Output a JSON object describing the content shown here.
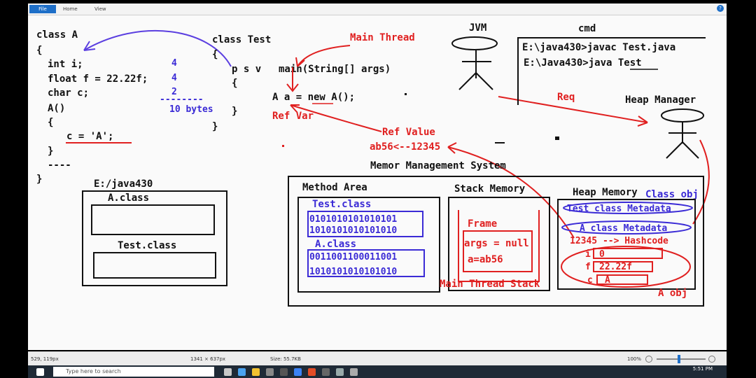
{
  "ribbon": {
    "file": "File",
    "home": "Home",
    "view": "View",
    "help": "?"
  },
  "code_a": {
    "header": "class A",
    "open_brace": "{",
    "int_line": "int i;",
    "float_line": "float f = 22.22f;",
    "char_line": "char c;",
    "ctor": "A()",
    "ctor_open": "{",
    "assign": "c = 'A';",
    "ctor_close": "}",
    "dashes": "----",
    "close": "}"
  },
  "sizes": {
    "int": "4",
    "float": "4",
    "char": "2",
    "dash": "--------",
    "total": "10 bytes"
  },
  "code_test": {
    "header": "class Test",
    "open": "{",
    "psv": "p s v",
    "main": "main(String[] args)",
    "brace_open": "{",
    "stmt": "A a = new A();",
    "brace_close": "}",
    "class_close": "}"
  },
  "annotations": {
    "main_thread": "Main Thread",
    "ref_var": "Ref Var",
    "ref_value": "Ref Value",
    "ref_value_text": "ab56<--12345",
    "req": "Req",
    "jvm": "JVM",
    "heap_manager": "Heap Manager"
  },
  "cmd": {
    "title": "cmd",
    "line1": "E:\\java430>javac Test.java",
    "line2_prefix": "E:\\Java430>java ",
    "line2_cmd": "Test"
  },
  "disk": {
    "path": "E:/java430",
    "a_class": "A.class",
    "test_class": "Test.class"
  },
  "memory": {
    "title": "Memor Management System",
    "method_area": {
      "title": "Method Area",
      "test_class": "Test.class",
      "test_bits1": "0101010101010101",
      "test_bits2": "1010101010101010",
      "a_class": "A.class",
      "a_bits1": "0011001100011001",
      "a_bits2": "1010101010101010"
    },
    "stack": {
      "title": "Stack Memory",
      "frame": "Frame",
      "args": "args = null",
      "a_ref": "a=ab56",
      "label": "Main Thread Stack"
    },
    "heap": {
      "title": "Heap Memory",
      "class_obj": "Class obj",
      "test_meta": "Test class Metadata",
      "a_meta": "A class Metadata",
      "hashcode": "12345 --> Hashcode",
      "i_label": "i",
      "i_val": "0",
      "f_label": "f",
      "f_val": "22.22f",
      "c_label": "c",
      "c_val": "A",
      "a_obj": "A obj"
    }
  },
  "status": {
    "coords": "529, 119px",
    "selection": "1341 × 637px",
    "size": "Size: 55.7KB",
    "zoom": "100%"
  },
  "taskbar": {
    "search": "Type here to search",
    "time": "5:51 PM"
  }
}
